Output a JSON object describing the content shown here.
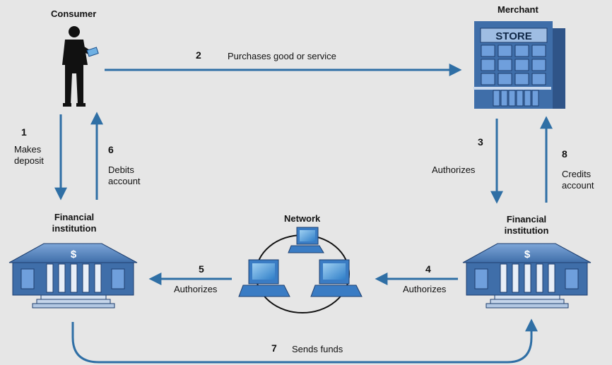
{
  "nodes": {
    "consumer": "Consumer",
    "merchant": "Merchant",
    "store_sign": "STORE",
    "network": "Network",
    "fi_left_line1": "Financial",
    "fi_left_line2": "institution",
    "fi_right_line1": "Financial",
    "fi_right_line2": "institution",
    "bank_symbol": "$"
  },
  "steps": [
    {
      "num": "1",
      "text_line1": "Makes",
      "text_line2": "deposit"
    },
    {
      "num": "2",
      "text": "Purchases good or service"
    },
    {
      "num": "3",
      "text": "Authorizes"
    },
    {
      "num": "4",
      "text": "Authorizes"
    },
    {
      "num": "5",
      "text": "Authorizes"
    },
    {
      "num": "6",
      "text_line1": "Debits",
      "text_line2": "account"
    },
    {
      "num": "7",
      "text": "Sends funds"
    },
    {
      "num": "8",
      "text_line1": "Credits",
      "text_line2": "account"
    }
  ],
  "colors": {
    "arrow": "#2f6fa5",
    "building_blue": "#3f6ea9",
    "building_light": "#9fbde3",
    "background": "#e6e6e6"
  }
}
